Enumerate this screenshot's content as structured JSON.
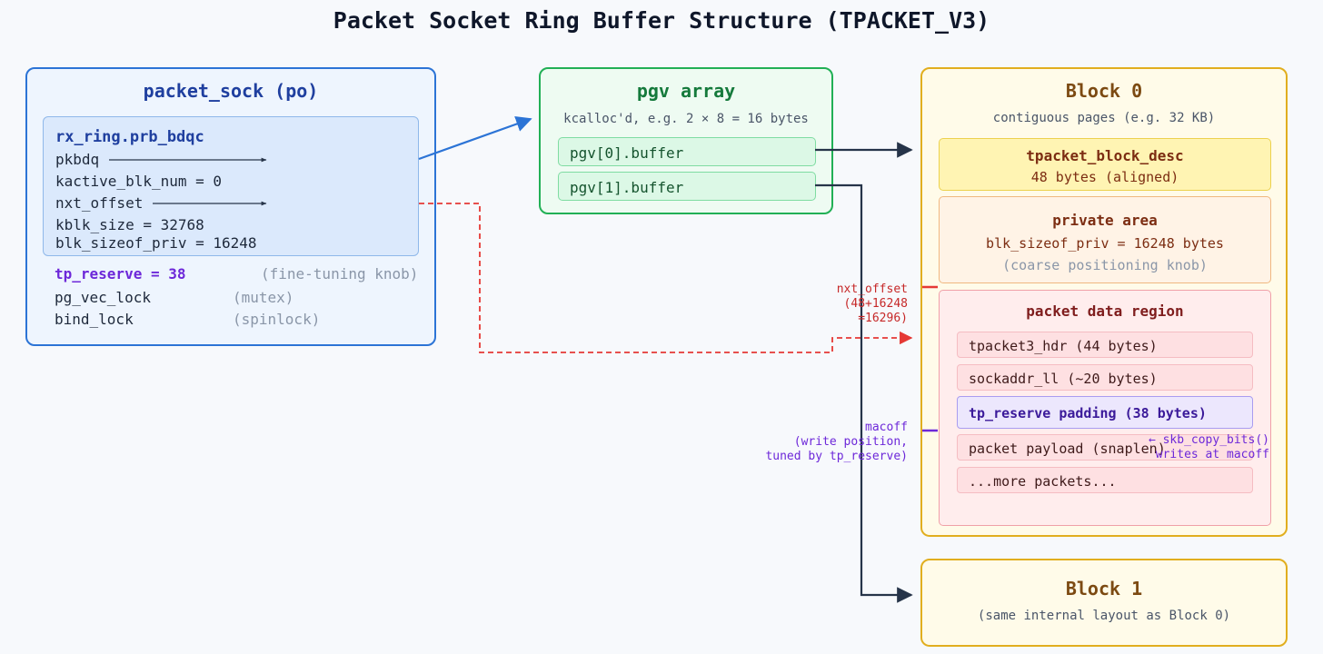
{
  "title": "Packet Socket Ring Buffer Structure (TPACKET_V3)",
  "packet_sock": {
    "title": "packet_sock (po)",
    "rx_ring": {
      "title": "rx_ring.prb_bdqc",
      "pkbdq": "pkbdq",
      "kactive": "kactive_blk_num = 0",
      "nxt_offset": "nxt_offset",
      "kblk_size": "kblk_size = 32768",
      "blk_sizeof_priv": "blk_sizeof_priv = 16248"
    },
    "tp_reserve": "tp_reserve = 38",
    "tp_reserve_note": "(fine-tuning knob)",
    "pg_vec_lock": "pg_vec_lock",
    "pg_vec_lock_note": "(mutex)",
    "bind_lock": "bind_lock",
    "bind_lock_note": "(spinlock)"
  },
  "pgv": {
    "title": "pgv array",
    "subtitle": "kcalloc'd, e.g. 2 × 8 = 16 bytes",
    "items": [
      "pgv[0].buffer",
      "pgv[1].buffer"
    ]
  },
  "block0": {
    "title": "Block 0",
    "subtitle": "contiguous pages (e.g. 32 KB)",
    "tpacket_block_desc": {
      "title": "tpacket_block_desc",
      "size": "48 bytes (aligned)"
    },
    "private_area": {
      "title": "private area",
      "size": "blk_sizeof_priv = 16248 bytes",
      "note": "(coarse positioning knob)"
    },
    "packet_data": {
      "title": "packet data region",
      "hdr": "tpacket3_hdr (44 bytes)",
      "sockaddr": "sockaddr_ll (~20 bytes)",
      "reserve": "tp_reserve padding (38 bytes)",
      "payload": "packet payload (snaplen)",
      "more": "...more packets..."
    }
  },
  "block1": {
    "title": "Block 1",
    "subtitle": "(same internal layout as Block 0)"
  },
  "labels": {
    "nxt_offset": [
      "nxt_offset",
      "(48+16248",
      "=16296)"
    ],
    "macoff": [
      "macoff",
      "(write position,",
      "tuned by tp_reserve)"
    ],
    "skb": [
      "← skb_copy_bits()",
      "writes at macoff"
    ]
  },
  "colors": {
    "blue": "#2c74d6",
    "green": "#22b056",
    "gold": "#e1ae1e",
    "red": "#e53935",
    "purple": "#6d28d9",
    "navy": "#263449"
  }
}
